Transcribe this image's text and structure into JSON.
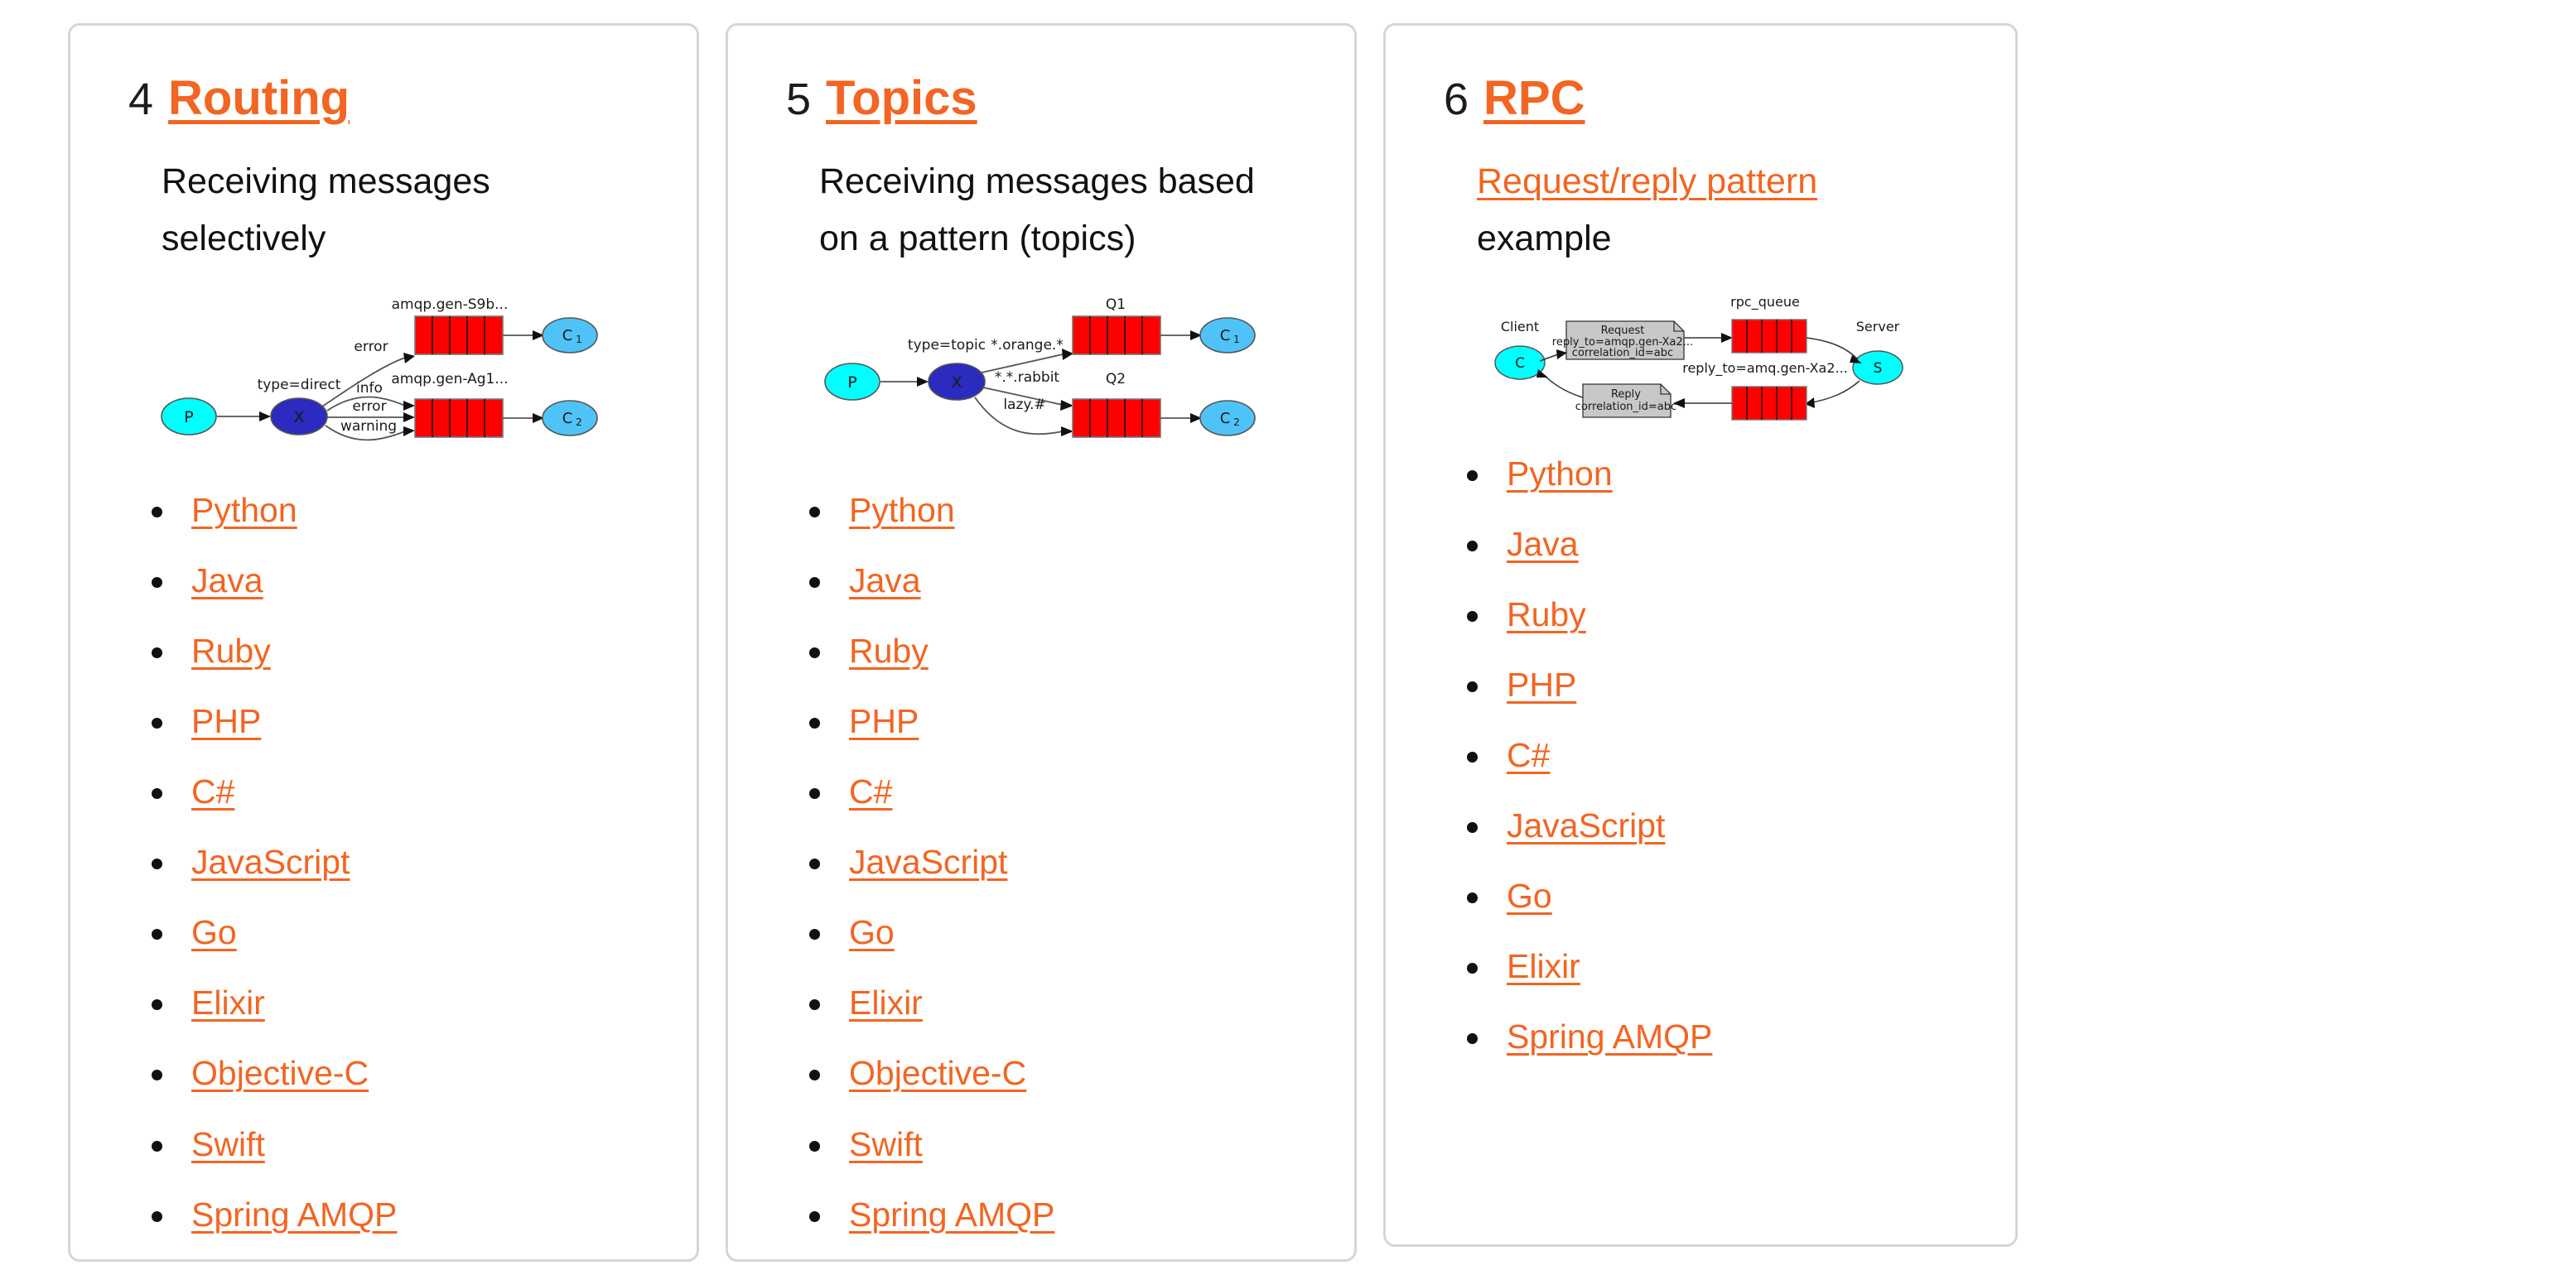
{
  "theme": {
    "accent": "#f26522",
    "text": "#111111",
    "card_border": "#d6d6d6",
    "background": "#ffffff",
    "queue_red": "#ff0000",
    "exchange_blue": "#2b2bbf",
    "producer_cyan": "#00ffff",
    "consumer_blue": "#4fc3f7",
    "note_gray": "#c8c8c8"
  },
  "cards": [
    {
      "number": "4",
      "title": "Routing",
      "description_parts": [
        {
          "text": "Receiving messages",
          "link": false
        },
        {
          "text": "selectively",
          "link": false
        }
      ],
      "diagram": {
        "name": "direct-exchange-routing-diagram",
        "producer": "P",
        "exchange": "X",
        "exchange_type_label": "type=direct",
        "queues": [
          {
            "name": "amqp.gen-S9b...",
            "consumer": "C",
            "consumer_sub": "1",
            "bindings": [
              "error"
            ]
          },
          {
            "name": "amqp.gen-Ag1...",
            "consumer": "C",
            "consumer_sub": "2",
            "bindings": [
              "info",
              "error",
              "warning"
            ]
          }
        ]
      },
      "languages": [
        "Python",
        "Java",
        "Ruby",
        "PHP",
        "C#",
        "JavaScript",
        "Go",
        "Elixir",
        "Objective-C",
        "Swift",
        "Spring AMQP"
      ]
    },
    {
      "number": "5",
      "title": "Topics",
      "description_parts": [
        {
          "text": "Receiving messages based",
          "link": false
        },
        {
          "text": "on a pattern (topics)",
          "link": false
        }
      ],
      "diagram": {
        "name": "topic-exchange-diagram",
        "producer": "P",
        "exchange": "X",
        "exchange_type_label": "type=topic",
        "queues": [
          {
            "name": "Q1",
            "consumer": "C",
            "consumer_sub": "1",
            "bindings": [
              "*.orange.*"
            ]
          },
          {
            "name": "Q2",
            "consumer": "C",
            "consumer_sub": "2",
            "bindings": [
              "*.*.rabbit",
              "lazy.#"
            ]
          }
        ]
      },
      "languages": [
        "Python",
        "Java",
        "Ruby",
        "PHP",
        "C#",
        "JavaScript",
        "Go",
        "Elixir",
        "Objective-C",
        "Swift",
        "Spring AMQP"
      ]
    },
    {
      "number": "6",
      "title": "RPC",
      "description_parts": [
        {
          "text": "Request/reply pattern",
          "link": true
        },
        {
          "text": "example",
          "link": false
        }
      ],
      "diagram": {
        "name": "rpc-request-reply-diagram",
        "client_label": "Client",
        "client_node": "C",
        "server_label": "Server",
        "server_node": "S",
        "request_note": [
          "Request",
          "reply_to=amqp.gen-Xa2...",
          "correlation_id=abc"
        ],
        "reply_note": [
          "Reply",
          "correlation_id=abc"
        ],
        "request_queue": "rpc_queue",
        "reply_queue_label": "reply_to=amq.gen-Xa2..."
      },
      "languages": [
        "Python",
        "Java",
        "Ruby",
        "PHP",
        "C#",
        "JavaScript",
        "Go",
        "Elixir",
        "Spring AMQP"
      ]
    }
  ]
}
